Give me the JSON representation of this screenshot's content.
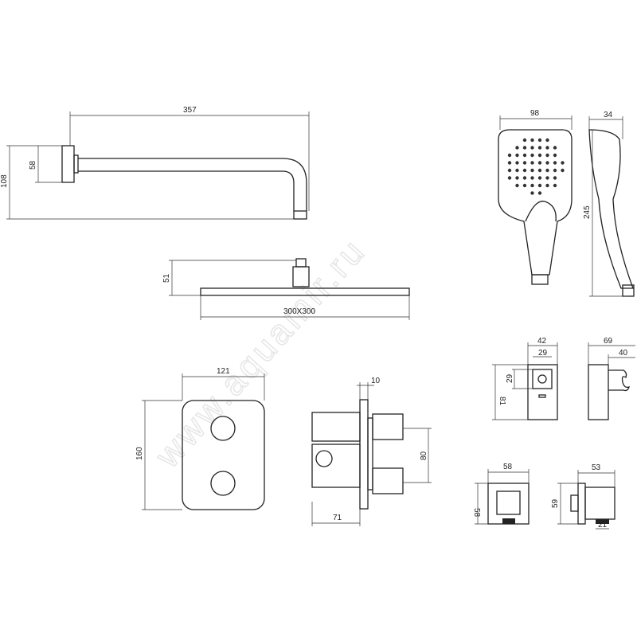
{
  "watermark": "www.aquamir.ru",
  "shower_arm": {
    "length": "357",
    "height": "108",
    "flange": "58"
  },
  "head_shower": {
    "height": "51",
    "size": "300X300"
  },
  "hand_shower": {
    "width": "98",
    "depth": "34",
    "length": "245"
  },
  "thermostat_plate": {
    "width": "121",
    "height": "160"
  },
  "thermostat_body": {
    "plate": "10",
    "spacing": "80",
    "depth": "71"
  },
  "holder_front": {
    "width": "42",
    "inner_width": "29",
    "inner_height": "29",
    "height": "81"
  },
  "holder_side": {
    "depth": "69",
    "hook": "40"
  },
  "elbow_front": {
    "width": "58",
    "height": "58"
  },
  "elbow_side": {
    "depth": "53",
    "height": "59",
    "outlet": "21"
  }
}
